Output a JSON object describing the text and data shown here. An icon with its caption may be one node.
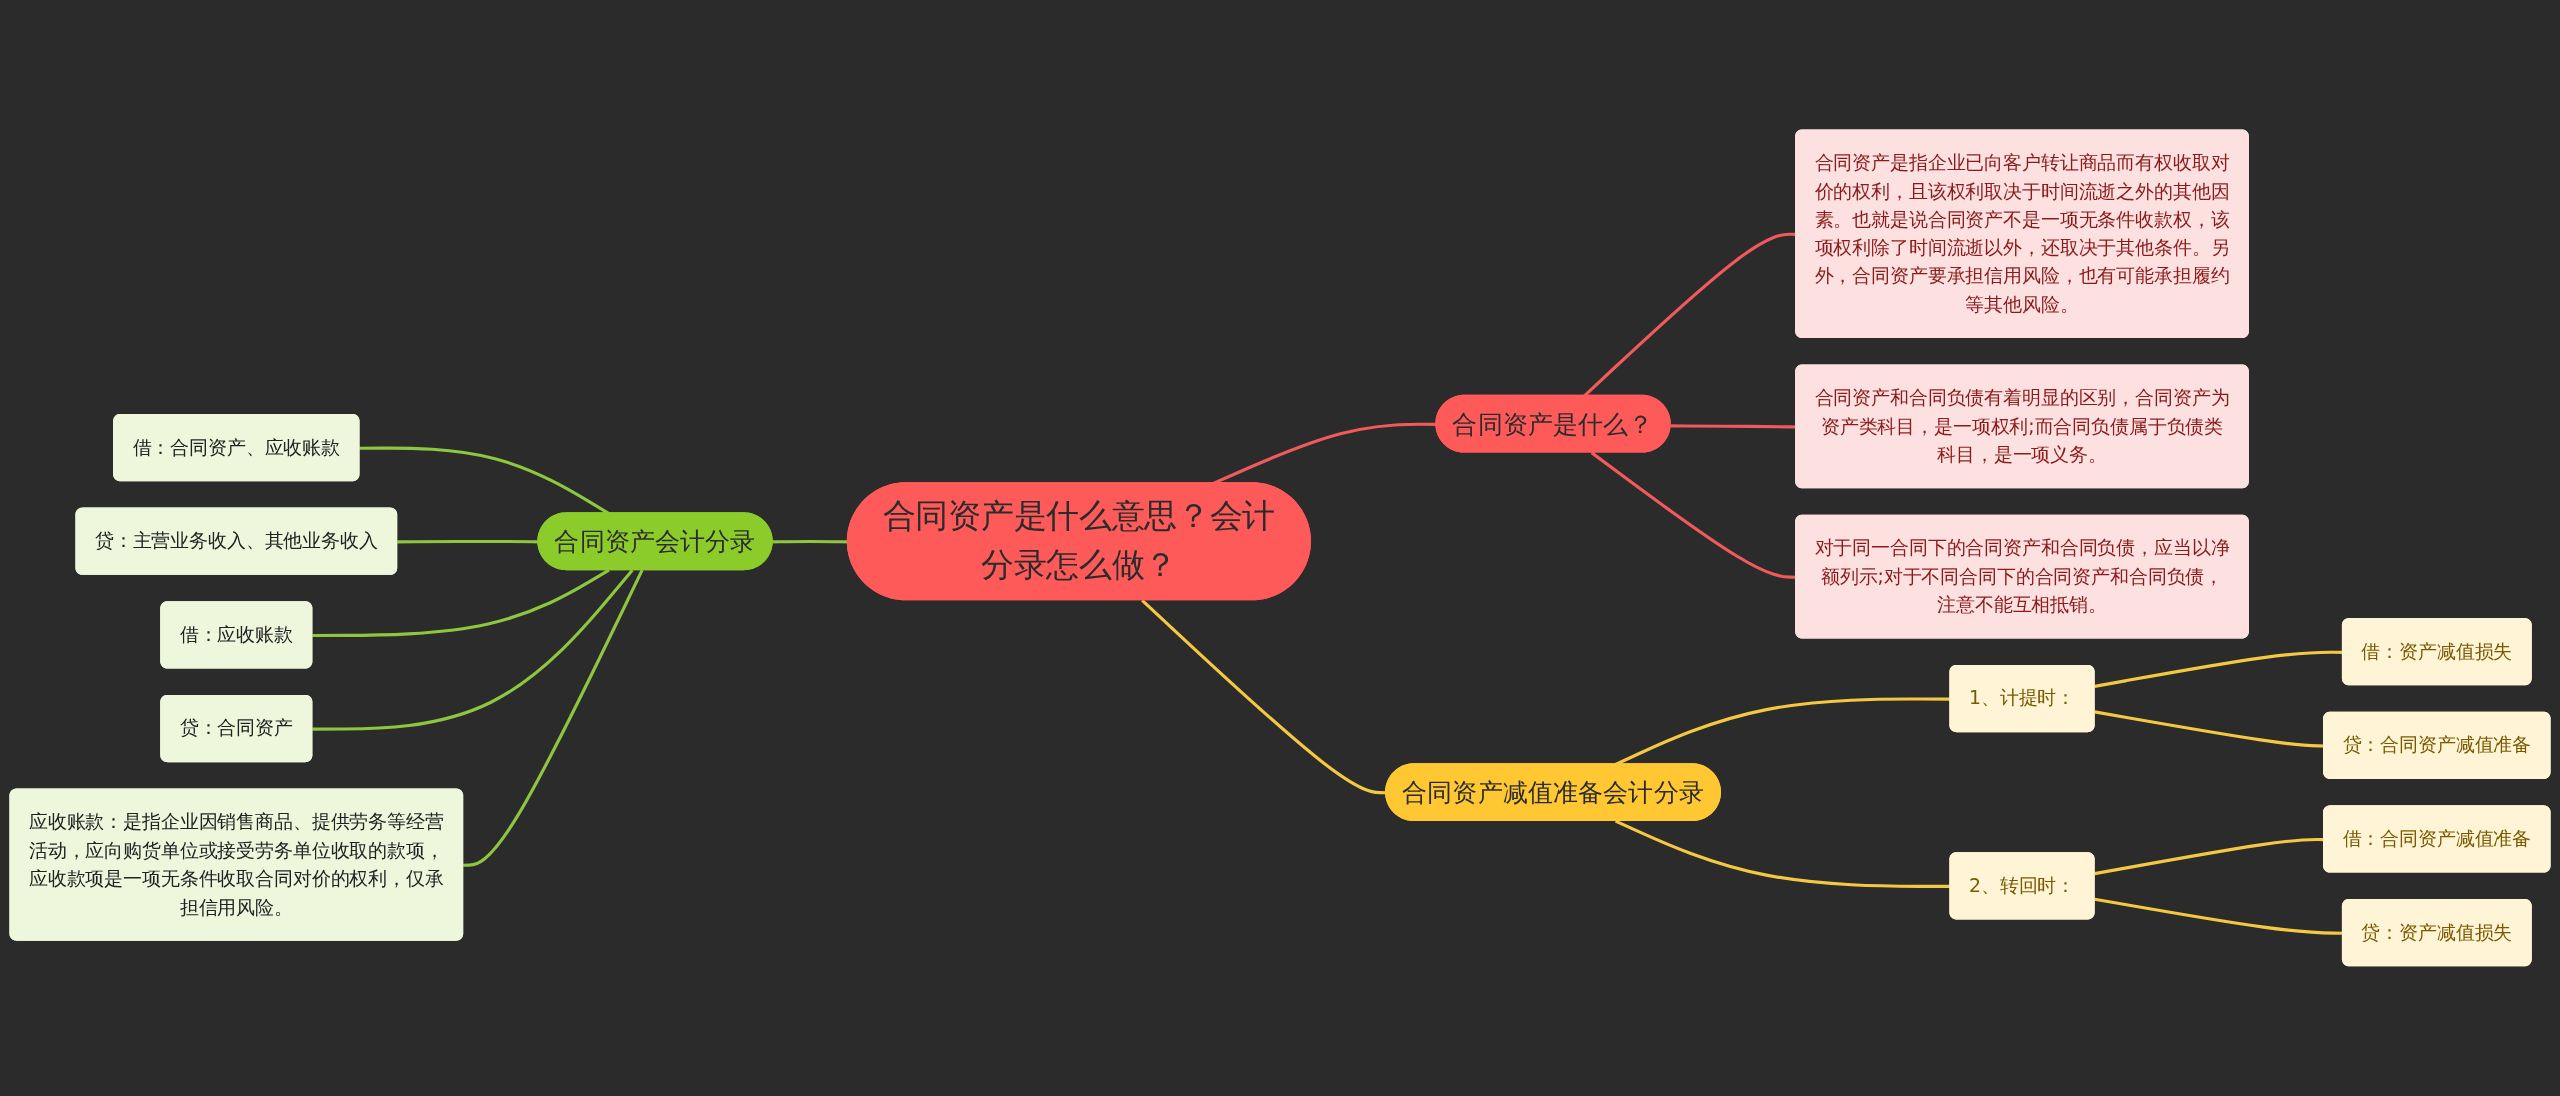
{
  "diagram": {
    "nodes": [
      {
        "text": [
          "合同资产是什么意思？会计分录怎么做？"
        ]
      },
      {
        "text": [
          "合同资产是什么？"
        ]
      },
      {
        "text": [
          "合同资产是指企业已向客户转让商品而有权收取对价的权利，且该权利取决于时间流逝之外的其他因素。也就是说合同资产不是一项无条件收款权，该项权利除了时间流逝以外，还取决于其他条件。另外，合同资产要承担信用风险，也有可能承担履约等其他风险。"
        ]
      },
      {
        "text": [
          "合同资产和合同负债有着明显的区别，合同资产为资产类科目，是一项权利;而合同负债属于负债类科目，是一项义务。"
        ]
      },
      {
        "text": [
          "对于同一合同下的合同资产和合同负债，应当以净额列示;对于不同合同下的合同资产和合同负债，注意不能互相抵销。"
        ]
      },
      {
        "text": [
          "合同资产减值准备会计分录"
        ]
      },
      {
        "text": [
          "1、计提时："
        ]
      },
      {
        "text": [
          "借：资产减值损失"
        ]
      },
      {
        "text": [
          "贷：合同资产减值准备"
        ]
      },
      {
        "text": [
          "2、转回时："
        ]
      },
      {
        "text": [
          "借：合同资产减值准备"
        ]
      },
      {
        "text": [
          "贷：资产减值损失"
        ]
      },
      {
        "text": [
          "合同资产会计分录"
        ]
      },
      {
        "text": [
          "借：合同资产、应收账款"
        ]
      },
      {
        "text": [
          "贷：主营业务收入、其他业务收入"
        ]
      },
      {
        "text": [
          "借：应收账款"
        ]
      },
      {
        "text": [
          "贷：合同资产"
        ]
      },
      {
        "text": [
          "应收账款：是指企业因销售商品、提供劳务等经营活动，应向购货单位或接受劳务单位收取的款项，应收款项是一项无条件收取合同对价的权利，仅承担信用风险。"
        ]
      }
    ],
    "edges": [
      {
        "from": 0,
        "to": 1,
        "arrow": "none",
        "color": "#f05a5a"
      },
      {
        "from": 1,
        "to": 2,
        "arrow": "none",
        "color": "#f05a5a"
      },
      {
        "from": 1,
        "to": 3,
        "arrow": "none",
        "color": "#f05a5a"
      },
      {
        "from": 1,
        "to": 4,
        "arrow": "none",
        "color": "#f05a5a"
      },
      {
        "from": 0,
        "to": 5,
        "arrow": "none",
        "color": "#f5c842"
      },
      {
        "from": 5,
        "to": 6,
        "arrow": "none",
        "color": "#f5c842"
      },
      {
        "from": 6,
        "to": 7,
        "arrow": "none",
        "color": "#f5c842"
      },
      {
        "from": 6,
        "to": 8,
        "arrow": "none",
        "color": "#f5c842"
      },
      {
        "from": 5,
        "to": 9,
        "arrow": "none",
        "color": "#f5c842"
      },
      {
        "from": 9,
        "to": 10,
        "arrow": "none",
        "color": "#f5c842"
      },
      {
        "from": 9,
        "to": 11,
        "arrow": "none",
        "color": "#f5c842"
      },
      {
        "from": 0,
        "to": 12,
        "arrow": "none",
        "color": "#8dc63f"
      },
      {
        "from": 12,
        "to": 13,
        "arrow": "none",
        "color": "#8dc63f"
      },
      {
        "from": 12,
        "to": 14,
        "arrow": "none",
        "color": "#8dc63f"
      },
      {
        "from": 12,
        "to": 15,
        "arrow": "none",
        "color": "#8dc63f"
      },
      {
        "from": 12,
        "to": 16,
        "arrow": "none",
        "color": "#8dc63f"
      },
      {
        "from": 12,
        "to": 17,
        "arrow": "none",
        "color": "#8dc63f"
      }
    ]
  }
}
